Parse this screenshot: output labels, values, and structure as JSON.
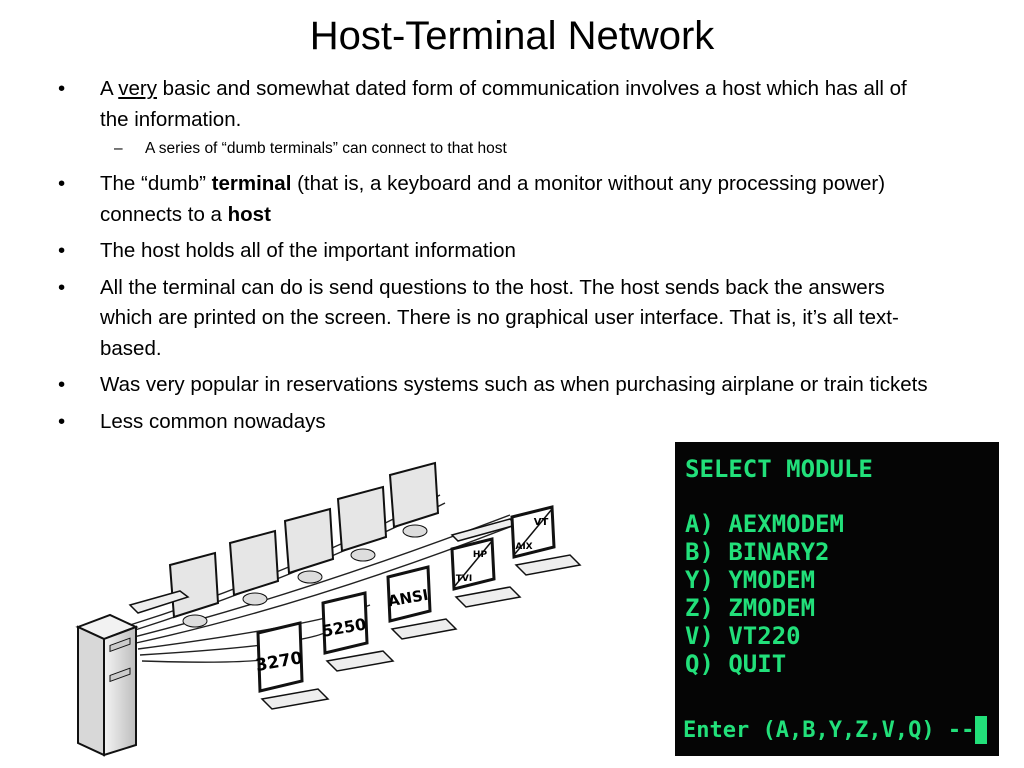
{
  "slide": {
    "title": "Host-Terminal Network",
    "bullet_marker": "•",
    "sub_marker": "–",
    "bullets": [
      {
        "a": "A ",
        "b": "very",
        "c": " basic and somewhat dated form of communication involves a host which has all of the information."
      },
      {
        "sub": "A series of “dumb terminals” can connect to that host"
      },
      {
        "a": "The “dumb” ",
        "b": "terminal",
        "c": " (that is, a keyboard and a monitor without any processing power) connects to a ",
        "d": "host"
      },
      {
        "text": "The host holds all of the important information"
      },
      {
        "text": "All the terminal can do is send questions to the host. The host sends back the answers which are printed on the screen.  There is no graphical user interface. That is, it’s all text-based."
      },
      {
        "text": "Was very popular in reservations systems such as when purchasing airplane or train tickets"
      },
      {
        "text": "Less common nowadays"
      }
    ]
  },
  "network_image": {
    "terminal_labels": [
      "3270",
      "5250",
      "ANSI",
      "TVI",
      "HP",
      "AIX",
      "VT"
    ]
  },
  "terminal_screen": {
    "heading": "SELECT MODULE",
    "options": [
      "A) AEXMODEM",
      "B) BINARY2",
      "Y) YMODEM",
      "Z) ZMODEM",
      "V) VT220",
      "Q) QUIT"
    ],
    "prompt": "Enter (A,B,Y,Z,V,Q) -->",
    "text_color": "#22e07a"
  }
}
